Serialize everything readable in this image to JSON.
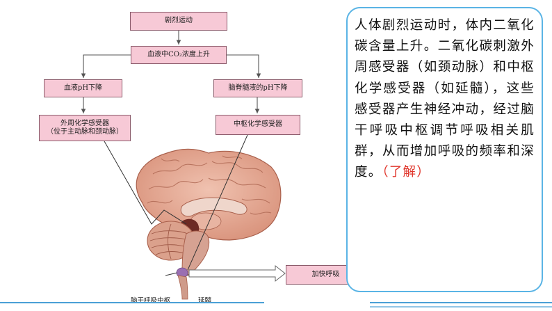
{
  "flowchart": {
    "top": "剧烈运动",
    "co2": "血液中CO₂浓度上升",
    "left_ph": "血液pH下降",
    "right_ph": "脑脊髓液的pH下降",
    "left_receptor_line1": "外周化学感受器",
    "left_receptor_line2": "（位于主动脉和颈动脉）",
    "right_receptor": "中枢化学感受器",
    "result": "加快呼吸"
  },
  "brain_labels": {
    "brainstem_center": "脑干呼吸中枢",
    "medulla": "延髓"
  },
  "panel": {
    "text": "人体剧烈运动时，体内二氧化碳含量上升。二氧化碳刺激外周感受器（如颈动脉）和中枢化学感受器（如延髓），这些感受器产生神经冲动，经过脑干呼吸中枢调节呼吸相关肌群，从而增加呼吸的频率和深度。",
    "note": "（了解）"
  },
  "colors": {
    "box_fill": "#f7c9d6",
    "panel_border": "#5ab4e5",
    "highlight": "#e0362c"
  }
}
